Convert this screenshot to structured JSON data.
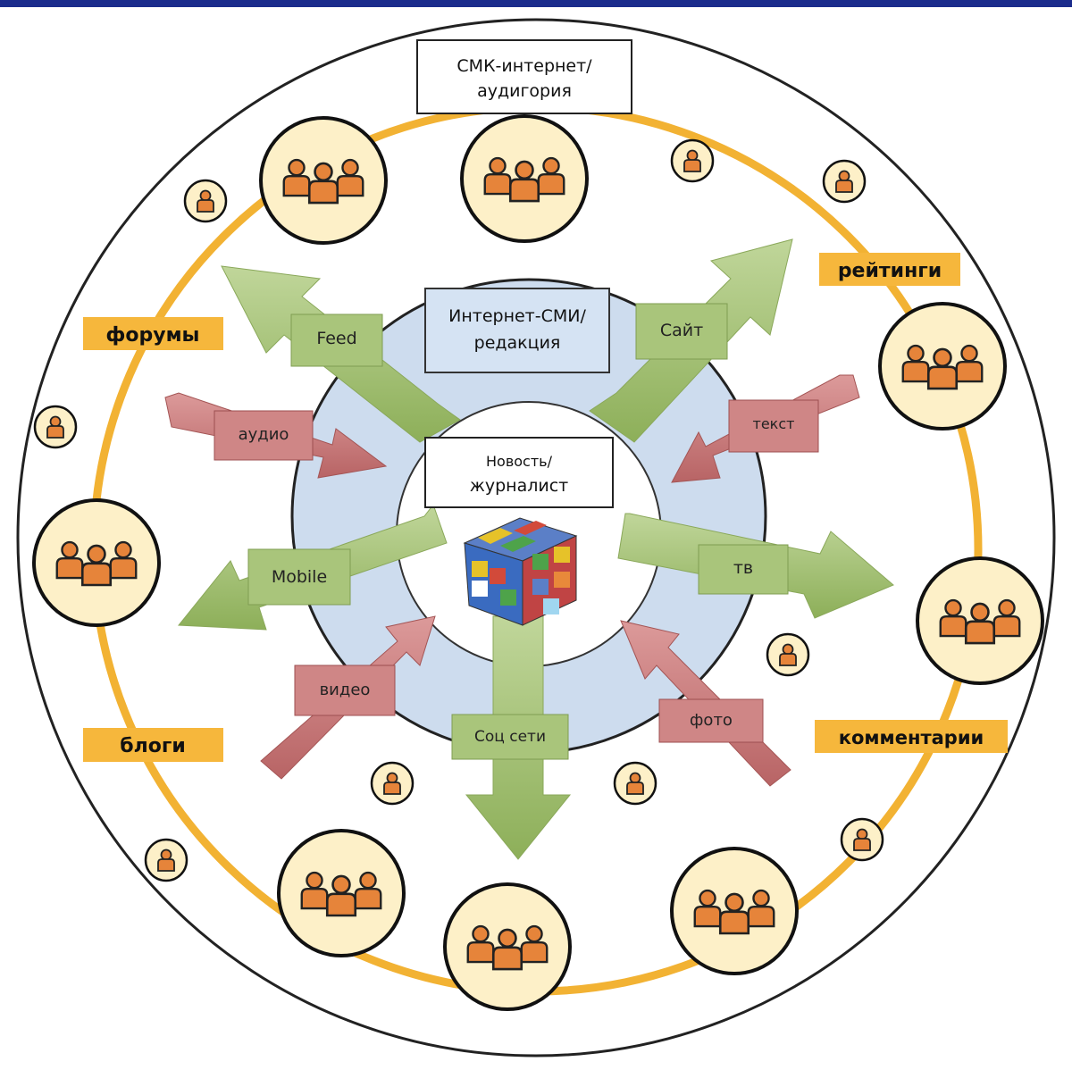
{
  "colors": {
    "header_band": "#1b2c8c",
    "ring_orange": "#f2b233",
    "label_orange": "#f6b73c",
    "inner_blue": "#cddcee",
    "box_blue": "#d5e3f3",
    "green_arrow": "#9dbb6a",
    "red_arrow": "#c9797a",
    "audience_fill": "#fdf0c8",
    "person_fill": "#e6843a"
  },
  "top_box": {
    "line1": "СМК-интернет/",
    "line2": "аудигория"
  },
  "mid_box": {
    "line1": "Интернет-СМИ/",
    "line2": "редакция"
  },
  "center_box": {
    "line1": "Новость/",
    "line2": "журналист"
  },
  "center_image": {
    "icon": "rubiks-cube-icon"
  },
  "outer_labels": {
    "forums": "форумы",
    "ratings": "рейтинги",
    "blogs": "блоги",
    "comments": "комментарии"
  },
  "green_arrows": {
    "feed": "Feed",
    "site": "Сайт",
    "mobile": "Mobile",
    "tv": "тв",
    "social": "Соц сети"
  },
  "red_arrows": {
    "audio": "аудио",
    "text": "текст",
    "video": "видео",
    "photo": "фото"
  },
  "icons": {
    "audience_group": "people-group-icon",
    "single_user": "person-icon"
  }
}
